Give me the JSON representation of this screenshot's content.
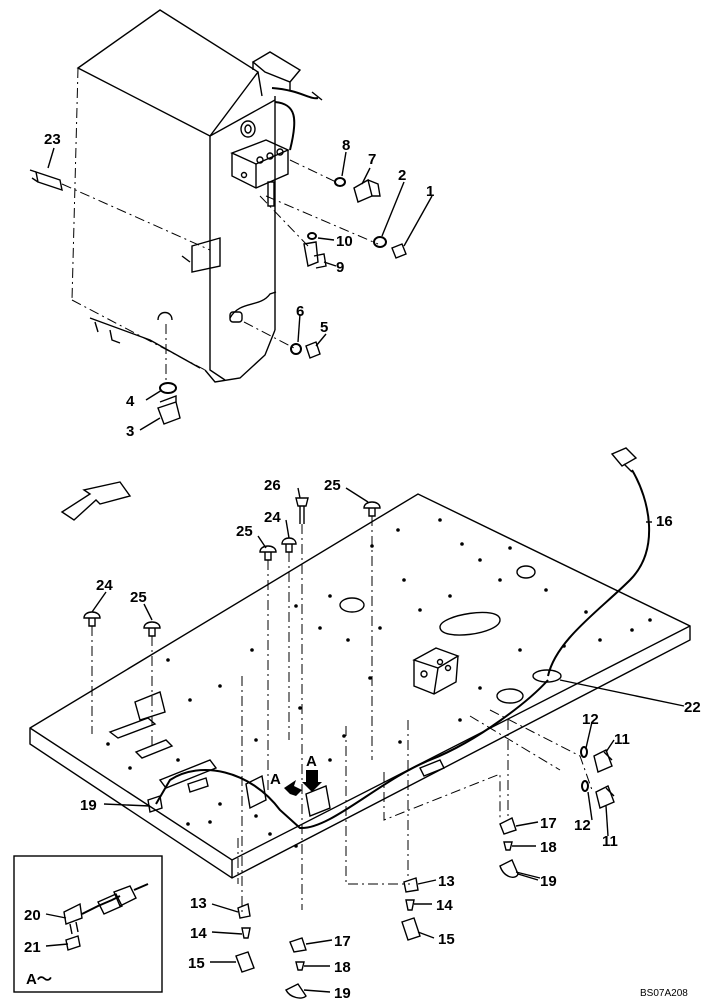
{
  "diagram": {
    "callouts": {
      "c1": "1",
      "c2": "2",
      "c3": "3",
      "c4": "4",
      "c5": "5",
      "c6": "6",
      "c7": "7",
      "c8": "8",
      "c9": "9",
      "c10": "10",
      "c11a": "11",
      "c11b": "11",
      "c12a": "12",
      "c12b": "12",
      "c13a": "13",
      "c13b": "13",
      "c14a": "14",
      "c14b": "14",
      "c15a": "15",
      "c15b": "15",
      "c16": "16",
      "c17a": "17",
      "c17b": "17",
      "c18a": "18",
      "c18b": "18",
      "c19a": "19",
      "c19b": "19",
      "c19c": "19",
      "c20": "20",
      "c21": "21",
      "c22": "22",
      "c23": "23",
      "c24a": "24",
      "c24b": "24",
      "c25a": "25",
      "c25b": "25",
      "c25c": "25",
      "c26": "26"
    },
    "view_markers": {
      "a1": "A",
      "a2": "A"
    },
    "detail_view_label": "A～",
    "drawing_code": "BS07A208"
  }
}
